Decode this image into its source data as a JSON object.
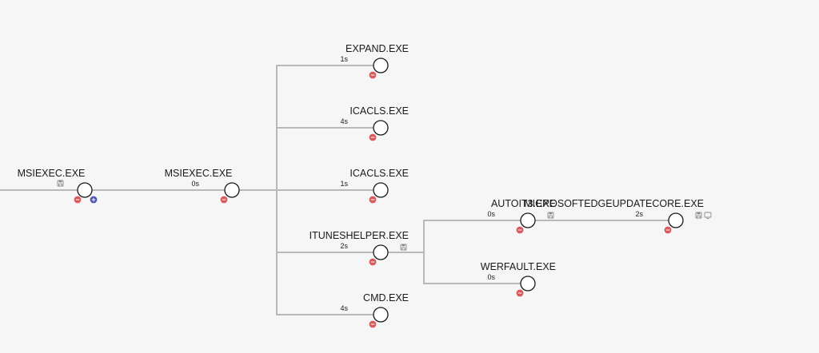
{
  "colors": {
    "background": "#f6f6f6",
    "edge": "#b9b9b9",
    "selected_node": "#3f8ff0",
    "root_node_stroke": "#d0453f",
    "collapse_button": "#d9595c",
    "expand_button": "#4a55b0"
  },
  "nodes": [
    {
      "id": "msiexec-parent",
      "label": "MSIEXEC.EXE",
      "duration": "",
      "icons": [
        "disk-icon"
      ],
      "state": "root",
      "buttons": [
        "collapse",
        "expand"
      ]
    },
    {
      "id": "msiexec",
      "label": "MSIEXEC.EXE",
      "duration": "0s",
      "icons": [],
      "state": "selected",
      "buttons": [
        "collapse"
      ]
    },
    {
      "id": "expand",
      "label": "EXPAND.EXE",
      "duration": "1s",
      "icons": [],
      "state": "normal",
      "buttons": [
        "collapse"
      ]
    },
    {
      "id": "icacls-1",
      "label": "ICACLS.EXE",
      "duration": "4s",
      "icons": [],
      "state": "normal",
      "buttons": [
        "collapse"
      ]
    },
    {
      "id": "icacls-2",
      "label": "ICACLS.EXE",
      "duration": "1s",
      "icons": [],
      "state": "normal",
      "buttons": [
        "collapse"
      ]
    },
    {
      "id": "ituneshelper",
      "label": "ITUNESHELPER.EXE",
      "duration": "2s",
      "icons": [
        "disk-icon"
      ],
      "state": "normal",
      "buttons": [
        "collapse"
      ]
    },
    {
      "id": "cmd",
      "label": "CMD.EXE",
      "duration": "4s",
      "icons": [],
      "state": "normal",
      "buttons": [
        "collapse"
      ]
    },
    {
      "id": "autoit3",
      "label": "AUTOIT3.EXE",
      "duration": "0s",
      "icons": [
        "disk-icon"
      ],
      "state": "normal",
      "buttons": [
        "collapse"
      ]
    },
    {
      "id": "werfault",
      "label": "WERFAULT.EXE",
      "duration": "0s",
      "icons": [],
      "state": "normal",
      "buttons": [
        "collapse"
      ]
    },
    {
      "id": "msedgeupdatecore",
      "label": "MICROSOFTEDGEUPDATECORE.EXE",
      "duration": "2s",
      "icons": [
        "disk-icon",
        "monitor-icon"
      ],
      "state": "normal",
      "buttons": [
        "collapse"
      ]
    }
  ],
  "edges": [
    {
      "from": "msiexec-parent",
      "to": "msiexec"
    },
    {
      "from": "msiexec",
      "to": "expand"
    },
    {
      "from": "msiexec",
      "to": "icacls-1"
    },
    {
      "from": "msiexec",
      "to": "icacls-2"
    },
    {
      "from": "msiexec",
      "to": "ituneshelper"
    },
    {
      "from": "msiexec",
      "to": "cmd"
    },
    {
      "from": "ituneshelper",
      "to": "autoit3"
    },
    {
      "from": "ituneshelper",
      "to": "werfault"
    },
    {
      "from": "autoit3",
      "to": "msedgeupdatecore"
    }
  ]
}
